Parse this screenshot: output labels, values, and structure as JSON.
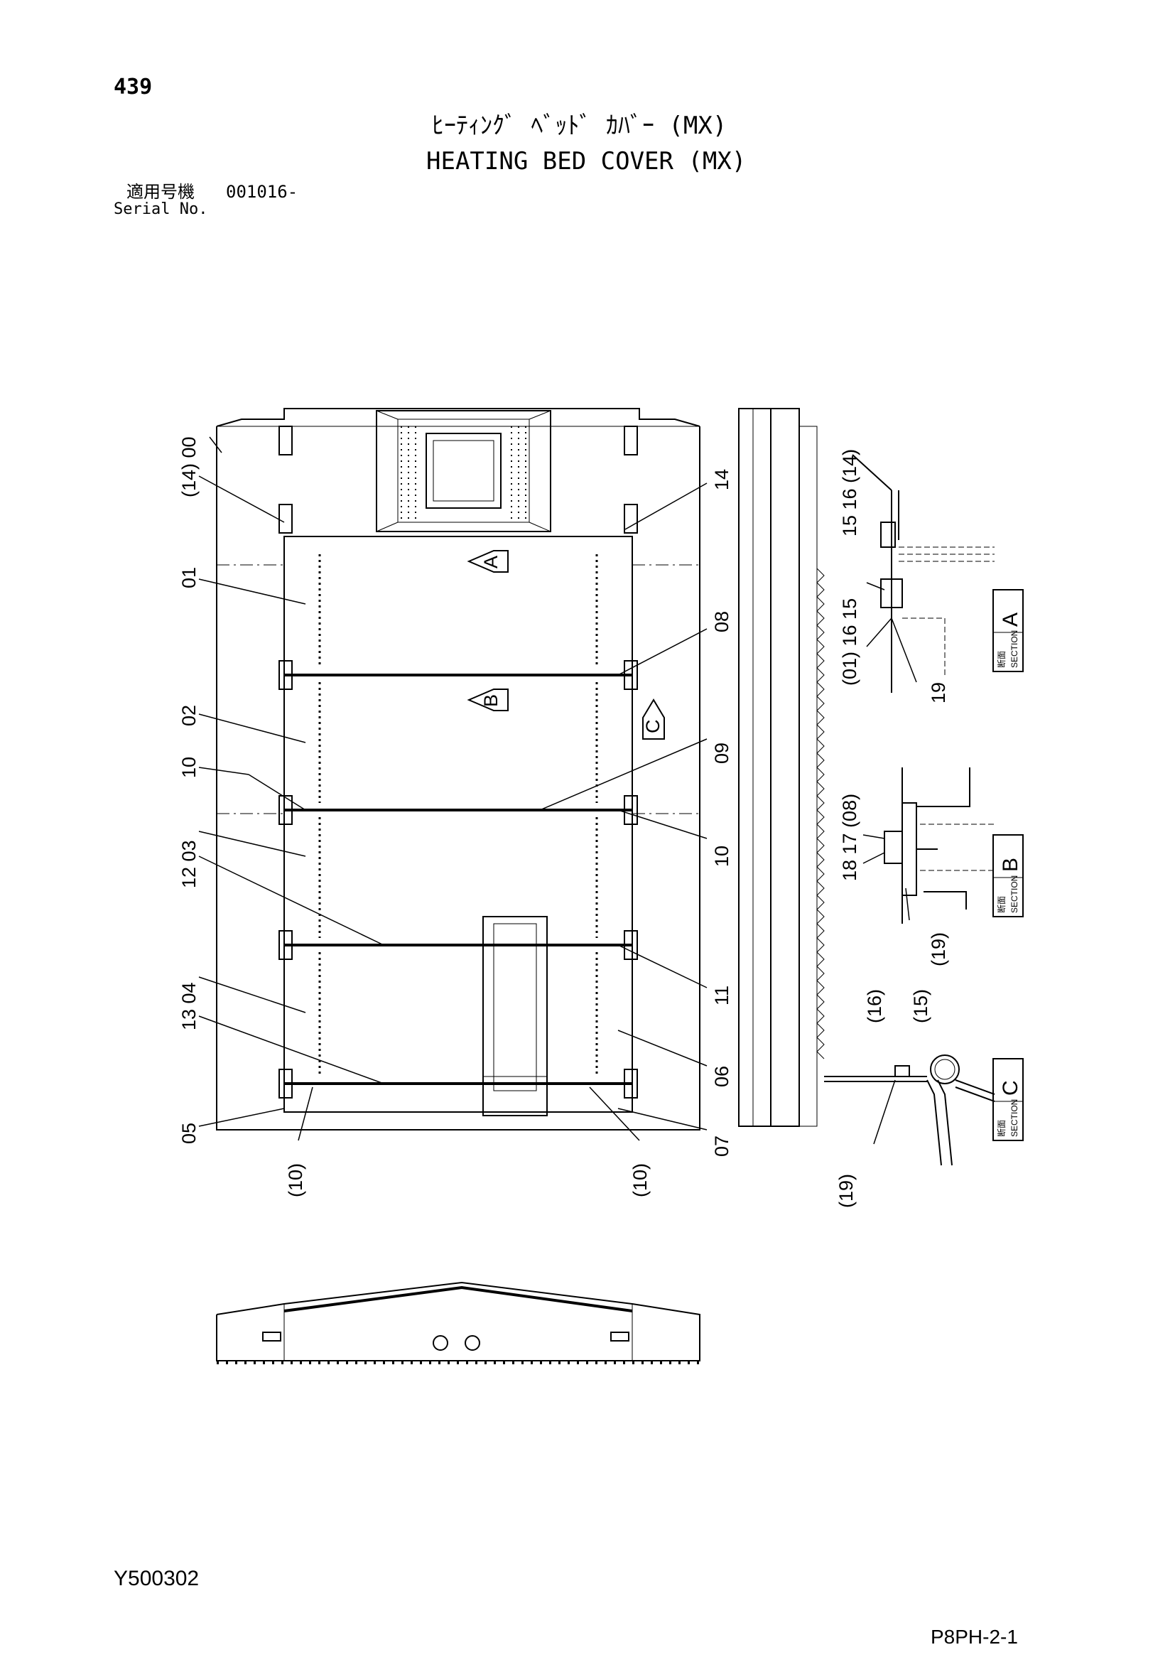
{
  "header": {
    "page_number": "439",
    "title_jp": "ﾋｰﾃｨﾝｸﾞ ﾍﾞｯﾄﾞ ｶﾊﾞｰ (MX)",
    "title_en": "HEATING BED COVER (MX)",
    "serial_label_jp": "適用号機",
    "serial_value": "001016-",
    "serial_label_en": "Serial No."
  },
  "footer": {
    "drawing_code": "Y500302",
    "page_ref": "P8PH-2-1"
  },
  "callouts": {
    "c00": "(14) 00",
    "c01": "01",
    "c02": "02",
    "c10a": "10",
    "c1203": "12 03",
    "c1304": "13 04",
    "c05": "05",
    "c10b": "(10)",
    "c10c": "(10)",
    "c14": "14",
    "c08": "08",
    "c09": "09",
    "c10d": "10",
    "c11": "11",
    "c06": "06",
    "c07": "07",
    "v_a": "A",
    "v_b": "B",
    "v_c": "C"
  },
  "sections": {
    "a": {
      "letter": "A",
      "kanji": "断面",
      "word": "SECTION",
      "labels": [
        "15 16 (14)",
        "(01) 16 15",
        "19"
      ]
    },
    "b": {
      "letter": "B",
      "kanji": "断面",
      "word": "SECTION",
      "labels": [
        "18  17 (08)",
        "(19)"
      ]
    },
    "c": {
      "letter": "C",
      "kanji": "断面",
      "word": "SECTION",
      "labels": [
        "(16)",
        "(15)",
        "(19)"
      ]
    }
  }
}
